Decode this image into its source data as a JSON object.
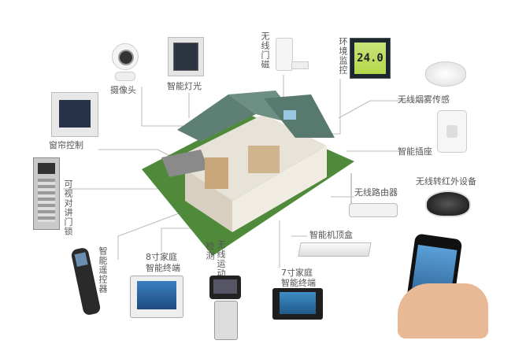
{
  "labels": {
    "camera": "摄像头",
    "lighting": "智能灯光",
    "door_sensor": "无线门磁",
    "env_monitor": "环境监控",
    "smoke": "无线烟雾传感",
    "curtain": "窗帘控制",
    "socket": "智能插座",
    "intercom": "可视对讲门锁",
    "router": "无线路由器",
    "ir": "无线转红外设备",
    "stb": "智能机顶盒",
    "remote": "智能遥控器",
    "term8_l1": "8寸家庭",
    "term8_l2": "智能终端",
    "motion_l1": "无线运动",
    "motion_l2": "检测",
    "term7_l1": "7寸家庭",
    "term7_l2": "智能终端"
  },
  "thermostat_reading": "24.0",
  "colors": {
    "lawn": "#4e8a3a",
    "roof": "#5e7f74",
    "line": "#bbbbbb"
  }
}
